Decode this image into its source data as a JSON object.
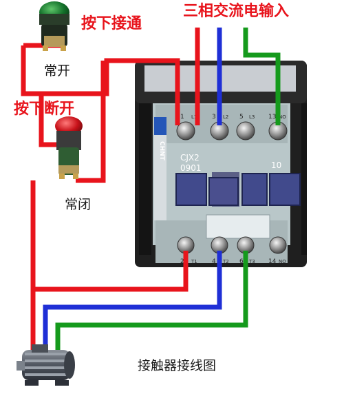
{
  "labels": {
    "press_on": "按下接通",
    "normally_open": "常开",
    "press_off": "按下断开",
    "normally_closed": "常闭",
    "three_phase_input": "三相交流电输入",
    "diagram_title": "接触器接线图"
  },
  "contactor": {
    "brand": "CHNT",
    "model": "CJX2",
    "code": "0901",
    "rating": "10",
    "top_terminals": [
      "1",
      "L1",
      "3",
      "L2",
      "5",
      "L3",
      "13",
      "NO"
    ],
    "bottom_terminals": [
      "2",
      "T1",
      "4",
      "T2",
      "6",
      "T3",
      "14",
      "NO"
    ]
  },
  "wire_colors": {
    "phase_a": "#e8141c",
    "phase_b": "#1f2fd6",
    "phase_c": "#159a1c"
  }
}
